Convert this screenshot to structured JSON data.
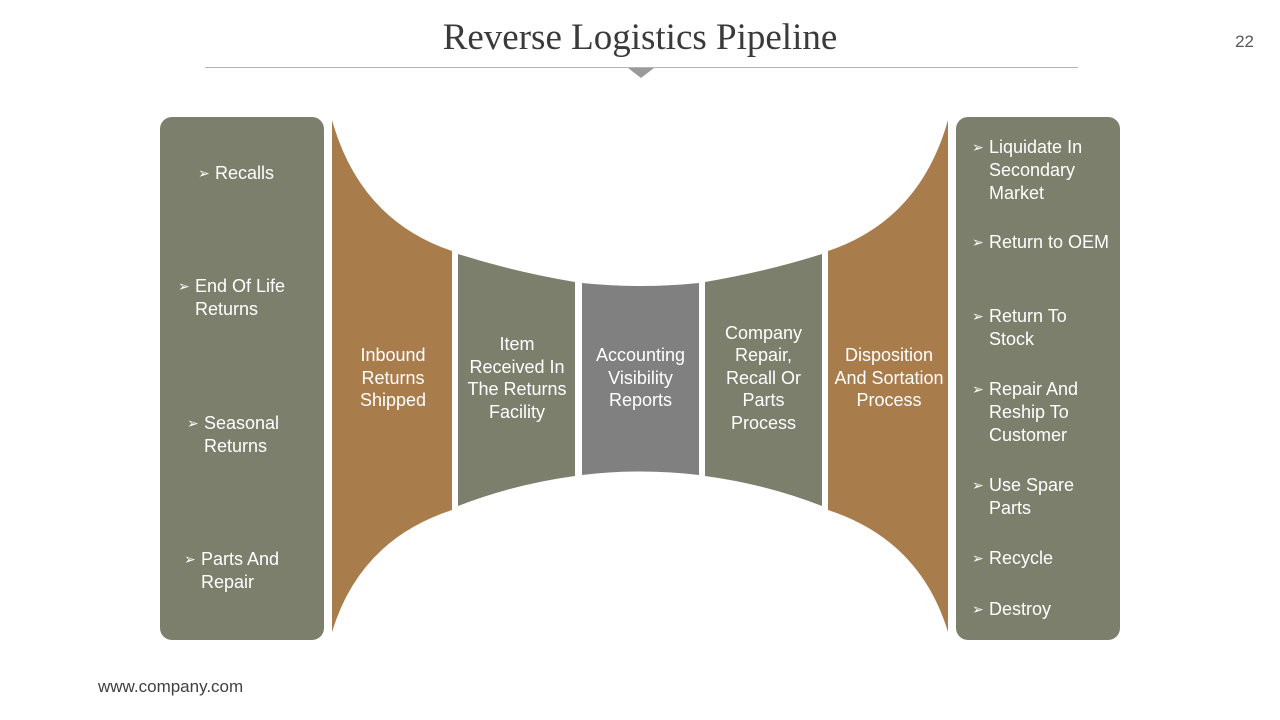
{
  "slide": {
    "title": "Reverse Logistics Pipeline",
    "page_number": "22",
    "footer_url": "www.company.com"
  },
  "colors": {
    "olive": "#7c7f6c",
    "brown": "#a97c4c",
    "gray": "#808080",
    "text_light": "#ffffff"
  },
  "left_panel": {
    "items": [
      "Recalls",
      "End Of Life Returns",
      "Seasonal Returns",
      "Parts And Repair"
    ]
  },
  "stages": [
    {
      "label": "Inbound Returns Shipped",
      "color": "brown"
    },
    {
      "label": "Item Received In The Returns Facility",
      "color": "olive"
    },
    {
      "label": "Accounting Visibility Reports",
      "color": "gray"
    },
    {
      "label": "Company Repair, Recall Or Parts Process",
      "color": "olive"
    },
    {
      "label": "Disposition And Sortation Process",
      "color": "brown"
    }
  ],
  "right_panel": {
    "items": [
      "Liquidate In Secondary Market",
      "Return to OEM",
      "Return To Stock",
      "Repair And Reship To Customer",
      "Use Spare Parts",
      "Recycle",
      "Destroy"
    ]
  }
}
